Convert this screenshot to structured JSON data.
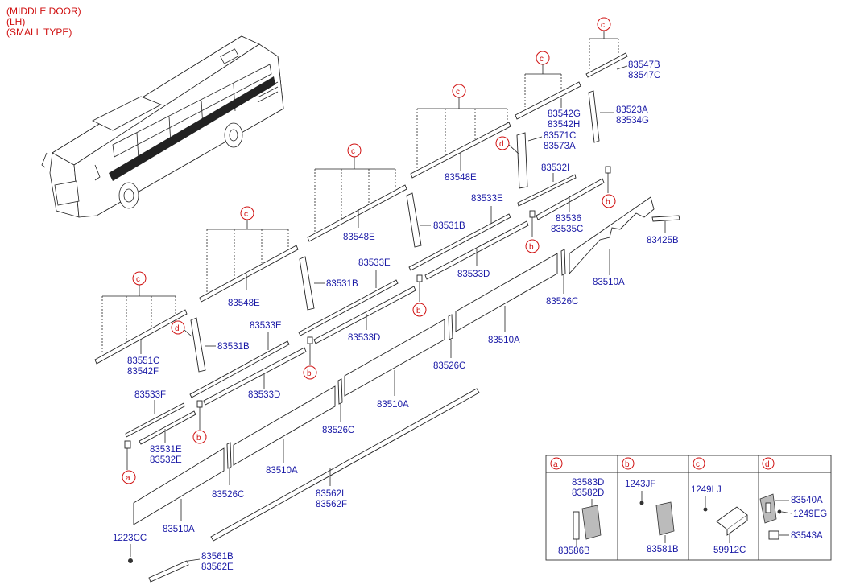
{
  "header": {
    "line1": "(MIDDLE DOOR)",
    "line2": "(LH)",
    "line3": "(SMALL TYPE)"
  },
  "callout_letters": {
    "a": "a",
    "b": "b",
    "c": "c",
    "d": "d"
  },
  "part_labels": {
    "p83547B": "83547B",
    "p83547C": "83547C",
    "p83542G": "83542G",
    "p83542H": "83542H",
    "p83523A": "83523A",
    "p83534G": "83534G",
    "p83571C": "83571C",
    "p83573A": "83573A",
    "p83548E_1": "83548E",
    "p83532I": "83532I",
    "p83533E_1": "83533E",
    "p83548E_2": "83548E",
    "p83531B_1": "83531B",
    "p83536": "83536",
    "p83535C": "83535C",
    "p83425B": "83425B",
    "p83533E_2": "83533E",
    "p83548E_3": "83548E",
    "p83531B_2": "83531B",
    "p83533D_1": "83533D",
    "p83510A_1": "83510A",
    "p83526C_1": "83526C",
    "p83533E_3": "83533E",
    "p83551C": "83551C",
    "p83542F": "83542F",
    "p83531B_3": "83531B",
    "p83533D_2": "83533D",
    "p83510A_2": "83510A",
    "p83526C_2": "83526C",
    "p83533D_3": "83533D",
    "p83533F": "83533F",
    "p83510A_3": "83510A",
    "p83526C_3": "83526C",
    "p83531E": "83531E",
    "p83532E": "83532E",
    "p83510A_4": "83510A",
    "p83526C_4": "83526C",
    "p83562I": "83562I",
    "p83562F": "83562F",
    "p83510A_5": "83510A",
    "p1223CC": "1223CC",
    "p83561B": "83561B",
    "p83562E": "83562E"
  },
  "legend": {
    "a": {
      "letter": "a",
      "top1": "83583D",
      "top2": "83582D",
      "bottom": "83586B"
    },
    "b": {
      "letter": "b",
      "top": "1243JF",
      "bottom": "83581B"
    },
    "c": {
      "letter": "c",
      "top": "1249LJ",
      "bottom": "59912C"
    },
    "d": {
      "letter": "d",
      "l1": "83540A",
      "l2": "1249EG",
      "l3": "83543A"
    }
  }
}
